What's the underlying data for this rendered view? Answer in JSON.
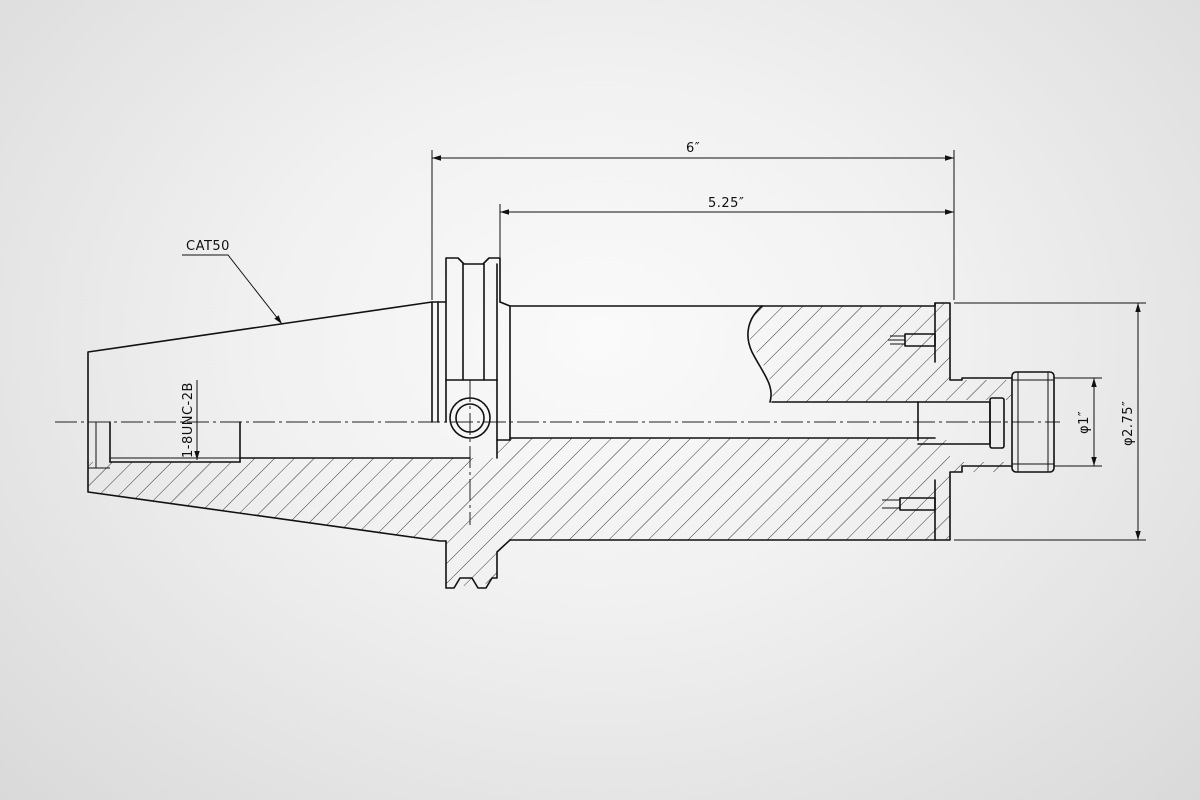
{
  "drawing": {
    "part": "CAT50",
    "thread": "1-8UNC-2B",
    "dimensions": {
      "overall_length": "6″",
      "body_length": "5.25″",
      "pilot_diameter": "φ1″",
      "body_diameter": "φ2.75″"
    }
  }
}
